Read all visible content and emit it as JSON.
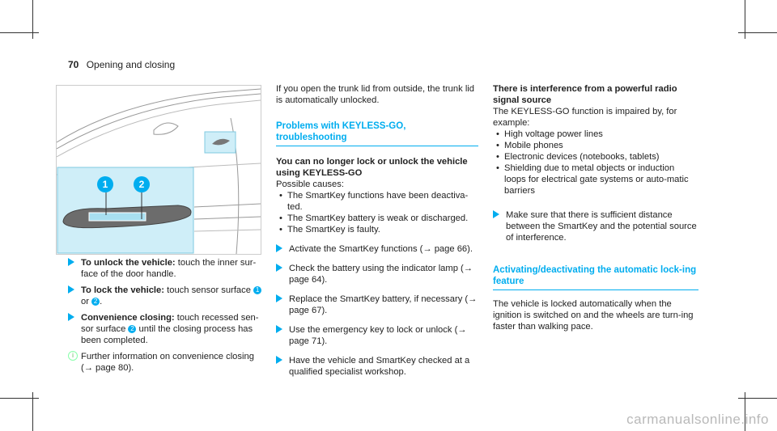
{
  "header": {
    "page_number": "70",
    "section_title": "Opening and closing"
  },
  "col1": {
    "steps": [
      {
        "bold": "To unlock the vehicle:",
        "text": " touch the inner sur-face of the door handle."
      },
      {
        "bold": "To lock the vehicle:",
        "text": " touch sensor surface",
        "n1": "1",
        "or": "or",
        "n2": "2",
        "end": "."
      },
      {
        "bold": "Convenience closing:",
        "text": " touch recessed sen-sor surface",
        "n": "2",
        "text2": " until the closing process has been completed."
      }
    ],
    "note": "Further information on convenience closing (→ page 80)."
  },
  "col2": {
    "intro": "If you open the trunk lid from outside, the trunk lid is automatically unlocked.",
    "section_title": "Problems with KEYLESS-GO, troubleshooting",
    "subheading": "You can no longer lock or unlock the vehicle using KEYLESS-GO",
    "possible_causes": "Possible causes:",
    "causes": [
      "The SmartKey functions have been deactiva-ted.",
      "The SmartKey battery is weak or discharged.",
      "The SmartKey is faulty."
    ],
    "steps": [
      "Activate the SmartKey functions (→ page 66).",
      "Check the battery using the indicator lamp (→ page 64).",
      "Replace the SmartKey battery, if necessary (→ page 67).",
      "Use the emergency key to lock or unlock (→ page 71).",
      "Have the vehicle and SmartKey checked at a qualified specialist workshop."
    ]
  },
  "col3": {
    "subheading": "There is interference from a powerful radio signal source",
    "intro": "The KEYLESS-GO function is impaired by, for example:",
    "examples": [
      "High voltage power lines",
      "Mobile phones",
      "Electronic devices (notebooks, tablets)",
      "Shielding due to metal objects or induction loops for electrical gate systems or auto-matic barriers"
    ],
    "step": "Make sure that there is sufficient distance between the SmartKey and the potential source of interference.",
    "section_title": "Activating/deactivating the automatic lock-ing feature",
    "paragraph": "The vehicle is locked automatically when the ignition is switched on and the wheels are turn-ing faster than walking pace."
  },
  "figure": {
    "callout_1": "1",
    "callout_2": "2"
  },
  "watermark": "carmanualsonline.info"
}
